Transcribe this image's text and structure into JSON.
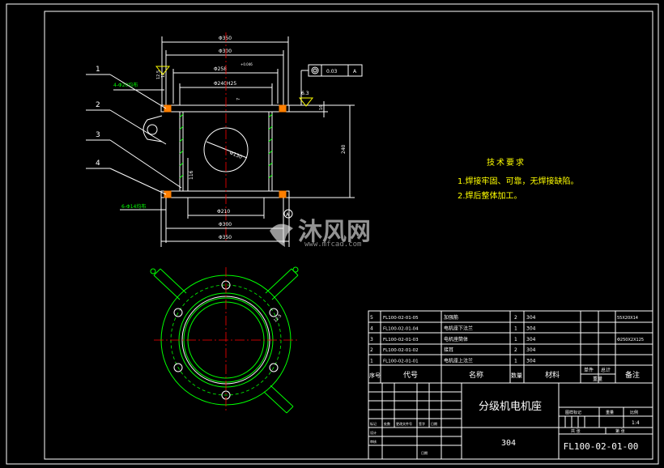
{
  "dims": {
    "d350_top": "Φ350",
    "d300_top": "Φ300",
    "d258": "Φ258",
    "d258_tol": "+0.046",
    "d240": "Φ240H25",
    "d130": "Φ130",
    "d210": "Φ210",
    "d300_bot": "Φ300",
    "d350_bot": "Φ350",
    "dim_240": "240",
    "dim_116": "116",
    "dim_16": "16",
    "dim_7": "7",
    "dim_12": "12",
    "dim_6_3": "6.3",
    "dim_12_5": "12.5",
    "holes_top": "4-Φ20均布",
    "holes_bot": "6-Φ14均布",
    "geo_tol_value": "0.03",
    "geo_tol_datum": "A",
    "datum_bottom": "A"
  },
  "leaders": [
    "1",
    "2",
    "3",
    "4"
  ],
  "tech": {
    "title": "技术要求",
    "items": [
      "1.焊接牢固、可靠，无焊接缺陷。",
      "2.焊后整体加工。"
    ]
  },
  "watermark": {
    "name": "沐风网",
    "url": "www.mfcad.com"
  },
  "bom": {
    "rows": [
      {
        "no": "5",
        "code": "FL100-02-01-05",
        "name": "加强筋",
        "qty": "2",
        "mat": "304",
        "note": "55X20X14"
      },
      {
        "no": "4",
        "code": "FL100-02-01-04",
        "name": "电机座下法兰",
        "qty": "1",
        "mat": "304",
        "note": ""
      },
      {
        "no": "3",
        "code": "FL100-02-01-03",
        "name": "电机座筒体",
        "qty": "1",
        "mat": "304",
        "note": "Φ250X2X125"
      },
      {
        "no": "2",
        "code": "FL100-02-01-02",
        "name": "接耳",
        "qty": "2",
        "mat": "304",
        "note": ""
      },
      {
        "no": "1",
        "code": "FL100-02-01-01",
        "name": "电机座上法兰",
        "qty": "1",
        "mat": "304",
        "note": ""
      }
    ],
    "headers": {
      "no": "序号",
      "code": "代号",
      "name": "名称",
      "qty": "数量",
      "mat": "材料",
      "unit": "单件",
      "total": "总计",
      "weight": "重量",
      "note": "备注"
    }
  },
  "title_block": {
    "drawing_name": "分级机电机座",
    "material": "304",
    "drawing_no": "FL100-02-01-00",
    "stage_label": "图样标记",
    "weight_label": "重量",
    "scale_label": "比例",
    "scale": "1:4",
    "sheet_total": "共 张",
    "sheet_no": "第 张",
    "rev_labels": [
      "标记",
      "处数",
      "更改文件号",
      "签字",
      "日期"
    ],
    "design_label": "设计",
    "check_label": "审核",
    "date_label": "日期"
  }
}
